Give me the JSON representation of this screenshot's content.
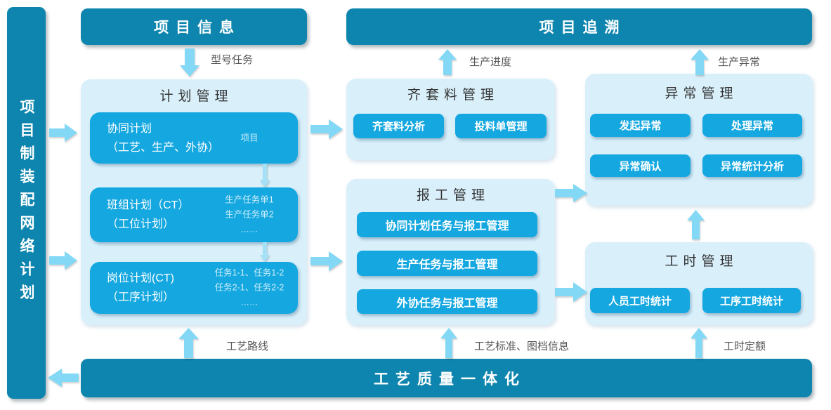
{
  "colors": {
    "dark_teal": "#0d85ae",
    "button_blue": "#14a7e0",
    "panel_light": "#d9f0fb",
    "arrow_blue": "#82d8f5",
    "arrow_light": "#a6e0f7",
    "label_gray": "#575757",
    "title_dark": "#333333",
    "box_side_text": "#cdeef9"
  },
  "left_bar": {
    "label": "项目制装配网络计划"
  },
  "headers": {
    "project_info": "项目信息",
    "project_trace": "项目追溯",
    "bottom_bar": "工艺质量一体化"
  },
  "panels": {
    "plan": {
      "title": "计划管理",
      "boxes": [
        {
          "line1": "协同计划",
          "line2": "（工艺、生产、外协）",
          "side": [
            "项目"
          ]
        },
        {
          "line1": "班组计划（CT）",
          "line2": "（工位计划）",
          "side": [
            "生产任务单1",
            "生产任务单2",
            "……"
          ]
        },
        {
          "line1": "岗位计划(CT)",
          "line2": "（工序计划）",
          "side": [
            "任务1-1、任务1-2",
            "任务2-1、任务2-2",
            "……"
          ]
        }
      ]
    },
    "material": {
      "title": "齐套料管理",
      "buttons": [
        "齐套料分析",
        "投料单管理"
      ]
    },
    "report": {
      "title": "报工管理",
      "buttons": [
        "协同计划任务与报工管理",
        "生产任务与报工管理",
        "外协任务与报工管理"
      ]
    },
    "exception": {
      "title": "异常管理",
      "buttons": [
        "发起异常",
        "处理异常",
        "异常确认",
        "异常统计分析"
      ]
    },
    "hours": {
      "title": "工时管理",
      "buttons": [
        "人员工时统计",
        "工序工时统计"
      ]
    }
  },
  "flow_labels": {
    "model_task": "型号任务",
    "production_progress": "生产进度",
    "production_exception": "生产异常",
    "process_route": "工艺路线",
    "process_standard_docs": "工艺标准、图档信息",
    "hour_quota": "工时定额"
  }
}
